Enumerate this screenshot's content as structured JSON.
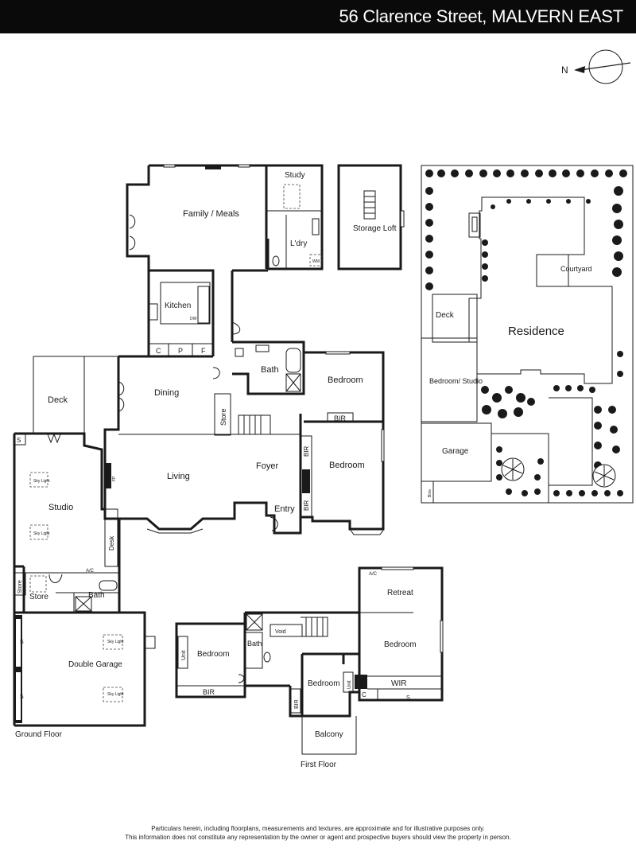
{
  "header": {
    "address": "56 Clarence Street, MALVERN EAST"
  },
  "compass": {
    "label": "N"
  },
  "ground_floor": {
    "caption": "Ground Floor",
    "rooms": {
      "family_meals": "Family / Meals",
      "study": "Study",
      "laundry": "L'dry",
      "kitchen": "Kitchen",
      "dining": "Dining",
      "deck": "Deck",
      "living": "Living",
      "foyer": "Foyer",
      "entry": "Entry",
      "store_hall": "Store",
      "bath": "Bath",
      "bedroom_1": "Bedroom",
      "bedroom_2": "Bedroom",
      "studio": "Studio",
      "store_studio": "Store",
      "bath_studio": "Bath",
      "double_garage": "Double Garage",
      "desk": "Desk"
    },
    "fixtures": {
      "c": "C",
      "p": "P",
      "f": "F",
      "bir": "BIR",
      "bir_v1": "BIR",
      "bir_v2": "BIR",
      "unit": "Unit",
      "s": "S",
      "fp": "FP",
      "dw": "DW",
      "wm": "WM",
      "ac": "A/C",
      "sky_light": "Sky Light",
      "store_small": "Store",
      "s_garage_1": "S",
      "s_garage_2": "S"
    }
  },
  "storage_loft": {
    "label": "Storage Loft"
  },
  "site_plan": {
    "residence": "Residence",
    "courtyard": "Courtyard",
    "deck": "Deck",
    "bedroom_studio": "Bedroom/ Studio",
    "garage": "Garage",
    "bins": "Bins"
  },
  "first_floor": {
    "caption": "First Floor",
    "rooms": {
      "bedroom_left": "Bedroom",
      "bath": "Bath",
      "void": "Void",
      "bedroom_mid": "Bedroom",
      "balcony": "Balcony",
      "retreat": "Retreat",
      "bedroom_right": "Bedroom",
      "wir": "WIR"
    },
    "fixtures": {
      "unit_left": "Unit",
      "bir_bottom": "BIR",
      "bir_v": "BIR",
      "unit_mid": "Unit",
      "c": "C",
      "s": "S",
      "ac": "A/C"
    }
  },
  "footer": {
    "line1": "Particulars herein, including floorplans, measurements and textures, are approximate and for illustrative purposes only.",
    "line2": "This information does not constitute any representation by the owner or agent and prospective buyers should view the property in person."
  }
}
